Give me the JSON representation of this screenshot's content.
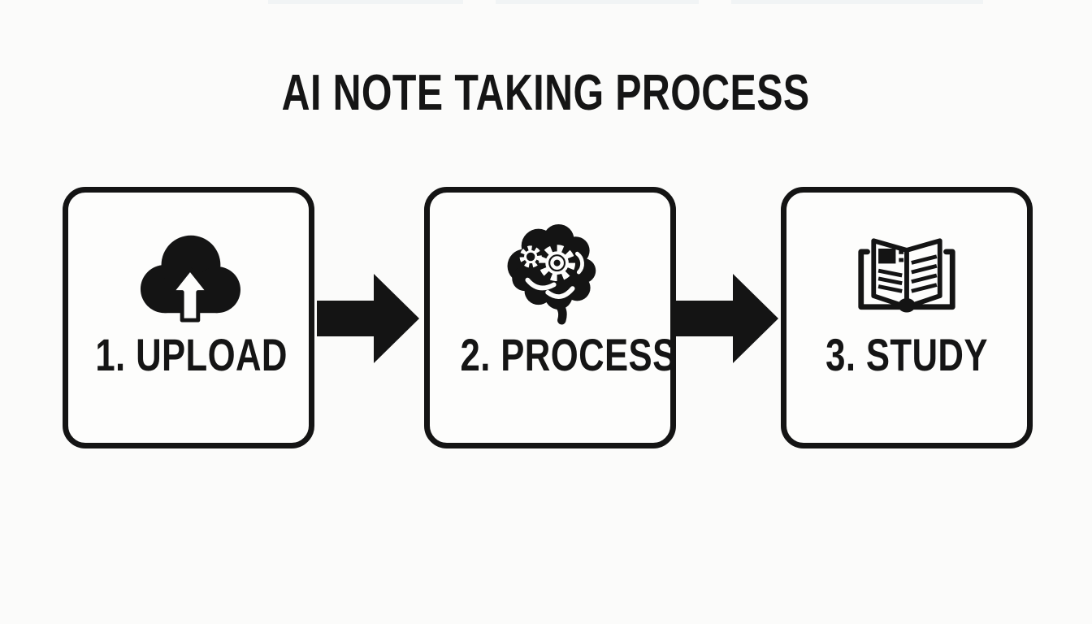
{
  "title": "AI NOTE TAKING PROCESS",
  "steps": [
    {
      "label": "1. UPLOAD",
      "icon": "cloud-upload-icon"
    },
    {
      "label": "2. PROCESS",
      "icon": "brain-gear-icon"
    },
    {
      "label": "3. STUDY",
      "icon": "open-book-icon"
    }
  ],
  "connectors": [
    {
      "icon": "right-arrow-icon"
    },
    {
      "icon": "right-arrow-icon"
    }
  ],
  "colors": {
    "background": "#fbfbfa",
    "ink": "#141414",
    "box_fill": "#fdfdfc"
  }
}
